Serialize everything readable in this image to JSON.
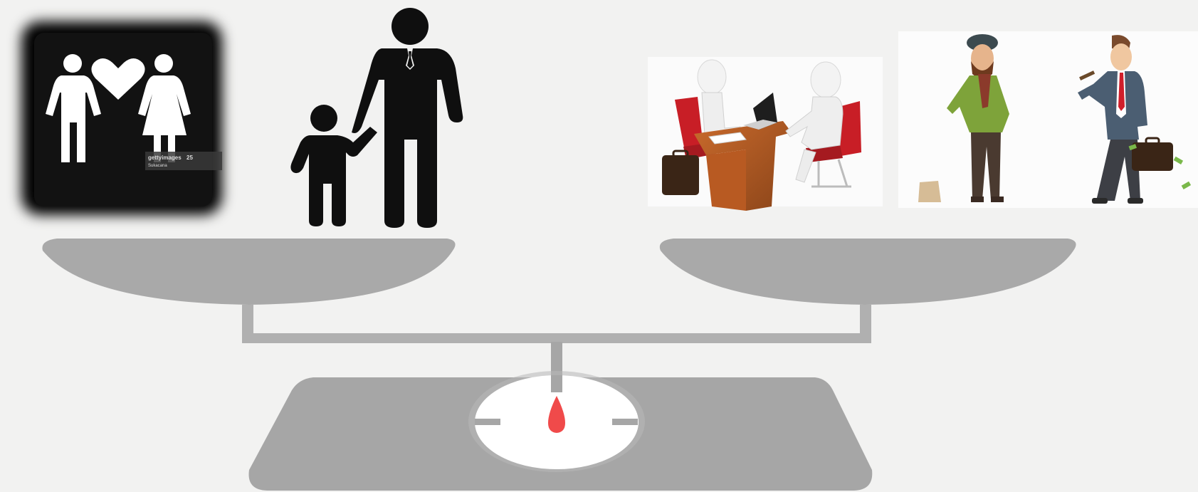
{
  "scene": {
    "description_id": "balance-scale-illustration",
    "colors": {
      "background": "#f2f2f1",
      "scale_gray": "#a6a6a6",
      "pan_gray": "#a9a9a9",
      "dial_white": "#ffffff",
      "pointer_red": "#f04a4a",
      "icon_black": "#0f0f0f",
      "couple_tile": "#111111",
      "couple_icon": "#ffffff"
    }
  },
  "left_pan": {
    "items": [
      {
        "name": "couple-heart-icon"
      },
      {
        "name": "parent-child-icon"
      }
    ]
  },
  "right_pan": {
    "items": [
      {
        "name": "interview-3d-illustration"
      },
      {
        "name": "poor-vs-rich-illustration"
      }
    ]
  },
  "watermark": {
    "brand": "gettyimages",
    "credit": "Sukacana",
    "code": "25"
  }
}
